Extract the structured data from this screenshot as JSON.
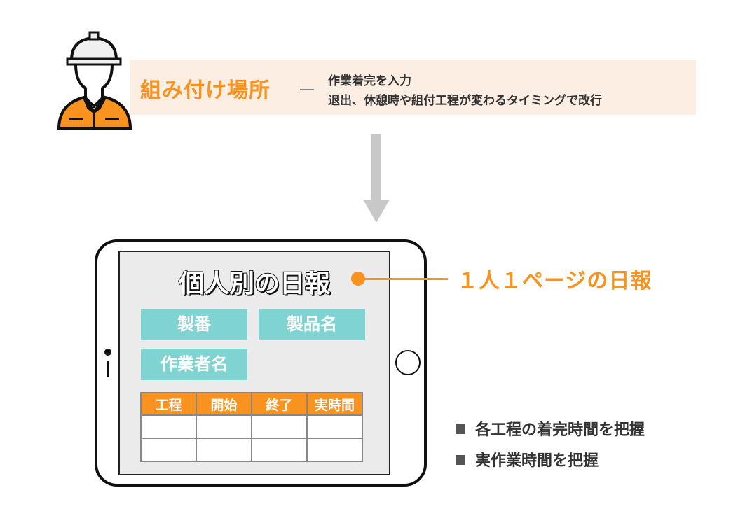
{
  "header": {
    "location": "組み付け場所",
    "description_lines": [
      "作業着完を入力",
      "退出、休憩時や組付工程が変わるタイミングで改行"
    ]
  },
  "report": {
    "title": "個人別の日報",
    "callout": "１人１ページの日報",
    "fields": [
      "製番",
      "製品名",
      "作業者名"
    ],
    "table_headers": [
      "工程",
      "開始",
      "終了",
      "実時間"
    ]
  },
  "benefits": [
    "各工程の着完時間を把握",
    "実作業時間を把握"
  ],
  "colors": {
    "accent": "#f7931e",
    "teal": "#7fd3d0",
    "banner": "#fdeee4",
    "arrow": "#c8c8c8"
  }
}
